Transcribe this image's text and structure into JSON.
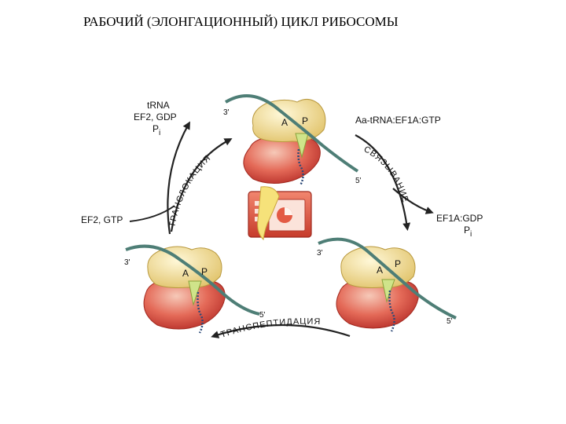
{
  "title": "РАБОЧИЙ (ЭЛОНГАЦИОННЫЙ) ЦИКЛ РИБОСОМЫ",
  "labels": {
    "top_left": [
      "tRNA",
      "EF2, GDP",
      "P"
    ],
    "top_left_sub": "i",
    "top_right": "Aa-tRNA:EF1A:GTP",
    "right": [
      "EF1A:GDP",
      "P"
    ],
    "right_sub": "i",
    "left": "EF2, GTP",
    "site_a": "A",
    "site_p": "P",
    "end_3": "3'",
    "end_5": "5'"
  },
  "steps": {
    "translocation": "ТРАНСЛОКАЦИЯ",
    "binding": "СВЯЗЫВАНИЕ",
    "transpeptidation": "ТРАНСПЕПТИДАЦИЯ"
  },
  "colors": {
    "mrna": "#4e7e76",
    "small_subunit": "#f2dc8e",
    "large_subunit": "#d9534f",
    "trna": "#2d4a78",
    "arrow": "#222222",
    "center_icon": "#d94a3a"
  },
  "center_icon": "presentation-icon"
}
